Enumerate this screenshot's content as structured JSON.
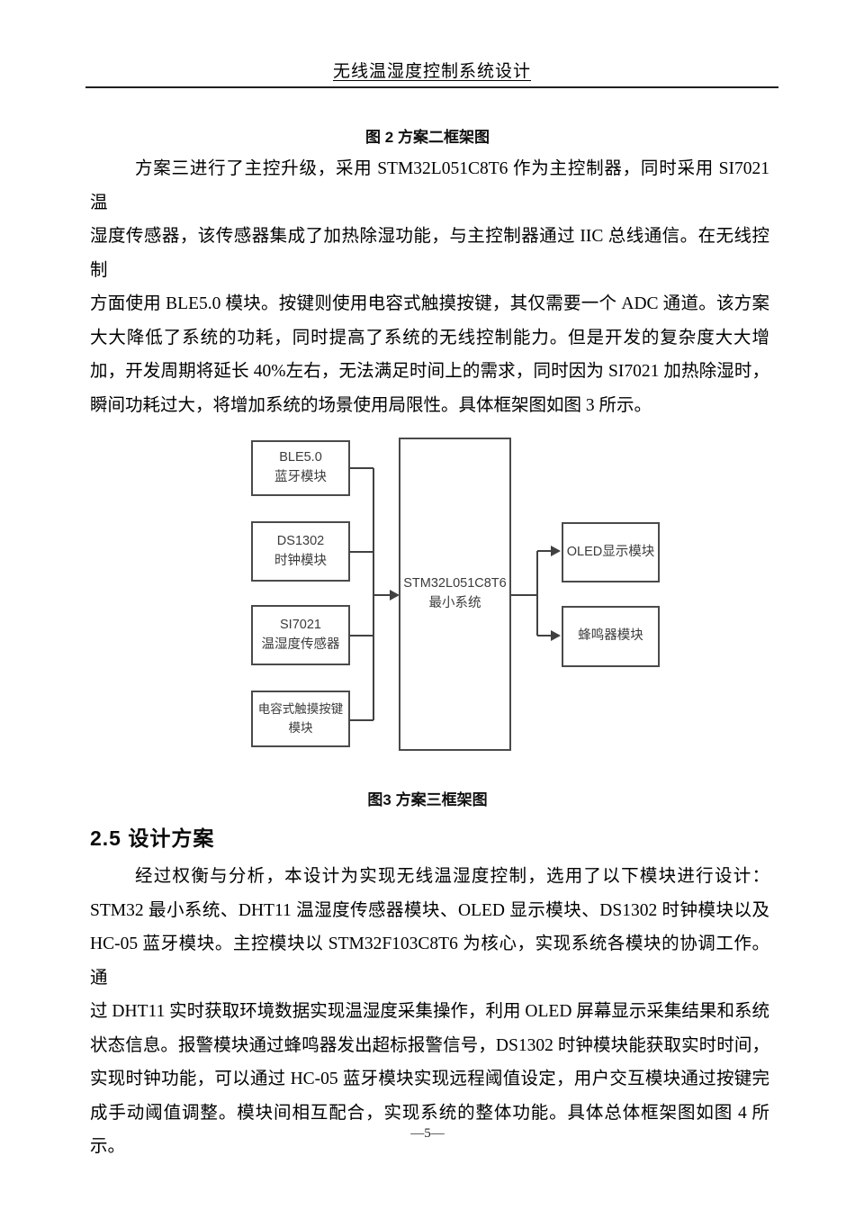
{
  "header": {
    "title": "无线温湿度控制系统设计"
  },
  "figures": {
    "fig2_caption": "图 2 方案二框架图",
    "fig3_caption": "图3 方案三框架图"
  },
  "section_heading": "2.5 设计方案",
  "paragraphs": {
    "p1_lines": [
      "方案三进行了主控升级，采用 STM32L051C8T6 作为主控制器，同时采用 SI7021 温",
      "湿度传感器，该传感器集成了加热除湿功能，与主控制器通过 IIC 总线通信。在无线控制",
      "方面使用 BLE5.0 模块。按键则使用电容式触摸按键，其仅需要一个 ADC 通道。该方案",
      "大大降低了系统的功耗，同时提高了系统的无线控制能力。但是开发的复杂度大大增",
      "加，开发周期将延长 40%左右，无法满足时间上的需求，同时因为 SI7021 加热除湿时，",
      "瞬间功耗过大，将增加系统的场景使用局限性。具体框架图如图 3 所示。"
    ],
    "p2_lines": [
      "经过权衡与分析，本设计为实现无线温湿度控制，选用了以下模块进行设计：",
      "STM32 最小系统、DHT11 温湿度传感器模块、OLED 显示模块、DS1302 时钟模块以及",
      "HC-05 蓝牙模块。主控模块以 STM32F103C8T6 为核心，实现系统各模块的协调工作。通",
      "过 DHT11 实时获取环境数据实现温湿度采集操作，利用 OLED 屏幕显示采集结果和系统",
      "状态信息。报警模块通过蜂鸣器发出超标报警信号，DS1302 时钟模块能获取实时时间，",
      "实现时钟功能，可以通过 HC-05 蓝牙模块实现远程阈值设定，用户交互模块通过按键完",
      "成手动阈值调整。模块间相互配合，实现系统的整体功能。具体总体框架图如图 4 所示。"
    ]
  },
  "diagram": {
    "left_boxes": [
      {
        "lines": [
          "BLE5.0",
          "蓝牙模块"
        ]
      },
      {
        "lines": [
          "DS1302",
          "时钟模块"
        ]
      },
      {
        "lines": [
          "SI7021",
          "温湿度传感器"
        ]
      },
      {
        "lines": [
          "电容式触摸按键",
          "模块"
        ]
      }
    ],
    "center_box": {
      "lines": [
        "STM32L051C8T6",
        "最小系统"
      ]
    },
    "right_boxes": [
      {
        "lines": [
          "OLED显示模块"
        ]
      },
      {
        "lines": [
          "蜂鸣器模块"
        ]
      }
    ],
    "line_color": "#414141"
  },
  "footer": {
    "page_number": "—5—"
  }
}
